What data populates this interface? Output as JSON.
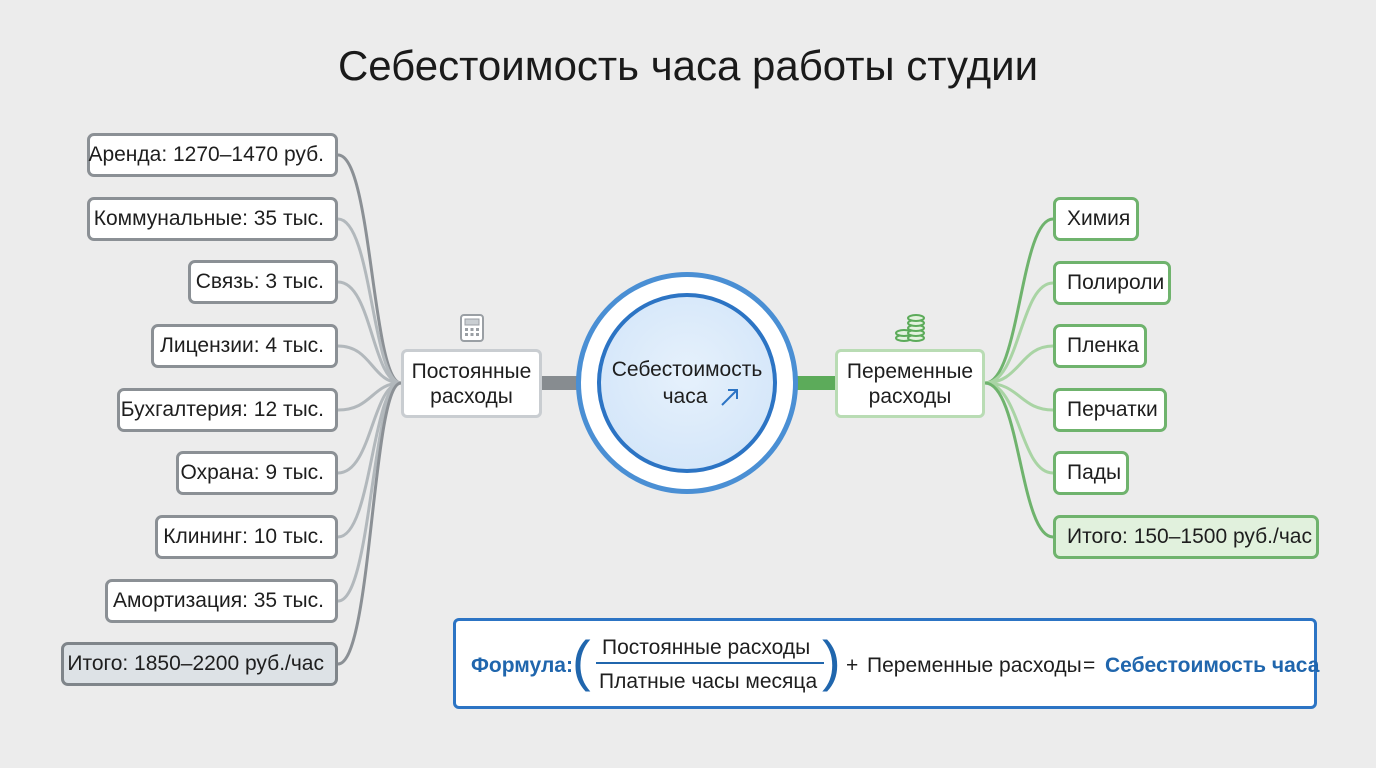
{
  "title": "Себестоимость часа работы студии",
  "center": {
    "line1": "Себестоимость",
    "line2": "часа",
    "icon": "trend-up-arrow-icon"
  },
  "fixed": {
    "hub_line1": "Постоянные",
    "hub_line2": "расходы",
    "icon": "calculator-icon",
    "items": [
      "Аренда: 1270–1470 руб.",
      "Коммунальные: 35 тыс.",
      "Связь: 3 тыс.",
      "Лицензии: 4 тыс.",
      "Бухгалтерия: 12 тыс.",
      "Охрана: 9 тыс.",
      "Клининг: 10 тыс.",
      "Амортизация: 35 тыс."
    ],
    "total": "Итого: 1850–2200 руб./час"
  },
  "variable": {
    "hub_line1": "Переменные",
    "hub_line2": "расходы",
    "icon": "coin-stack-icon",
    "items": [
      "Химия",
      "Полироли",
      "Пленка",
      "Перчатки",
      "Пады"
    ],
    "total": "Итого: 150–1500 руб./час"
  },
  "formula": {
    "label": "Формула:",
    "numerator": "Постоянные расходы",
    "denominator": "Платные часы месяца",
    "plus": "+",
    "addend": "Переменные расходы",
    "equals": "=",
    "result": "Себестоимость часа"
  },
  "colors": {
    "fixed_branch": "#8b9095",
    "variable_branch": "#6fb36d",
    "center_ring": "#2c74c4",
    "formula_accent": "#2066ad"
  }
}
